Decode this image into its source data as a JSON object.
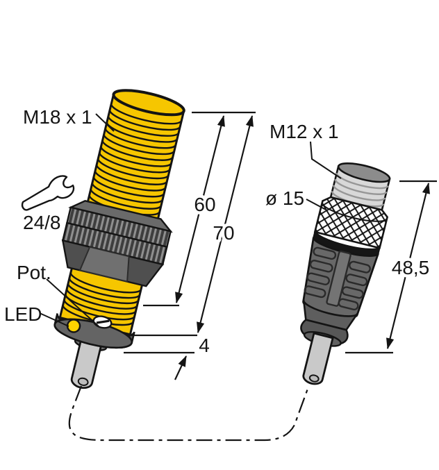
{
  "drawing": {
    "sensor": {
      "thread_label": "M18 x 1",
      "wrench_size_label": "24/8",
      "pot_label": "Pot.",
      "led_label": "LED",
      "dim_thread_length": "60",
      "dim_housing_length": "70",
      "dim_tip_length": "4"
    },
    "connector": {
      "thread_label": "M12 x 1",
      "diameter_label": "ø 15",
      "dim_length": "48,5"
    },
    "colors": {
      "housing_yellow": "#F6C600",
      "led_yellow": "#FFD300",
      "cable_gray": "#C9C9C9",
      "body_gray": "#686868",
      "knurl_white": "#FFFFFF",
      "thread_silver": "#D8D8D8",
      "line_black": "#141414",
      "background": "#FFFFFF"
    }
  }
}
